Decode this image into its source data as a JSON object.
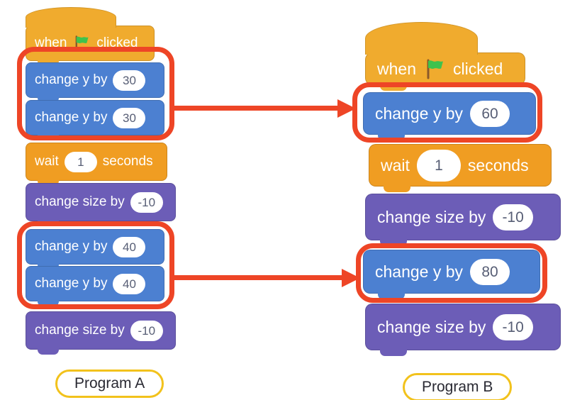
{
  "colors": {
    "events_yellow": "#f0ab2e",
    "control_orange": "#f09d22",
    "motion_blue": "#4c80d1",
    "looks_purple": "#6c5db7",
    "highlight_red": "#ee4526",
    "flag_green": "#3fc24d",
    "label_border_yellow": "#f2c21c",
    "label_text": "#2a2a33",
    "value_text": "#575e75"
  },
  "programs": {
    "a": {
      "label": "Program A",
      "blocks": [
        {
          "kind": "hat",
          "text_before": "when",
          "icon": "green-flag",
          "text_after": "clicked"
        },
        {
          "kind": "motion",
          "text": "change y by",
          "value": "30"
        },
        {
          "kind": "motion",
          "text": "change y by",
          "value": "30"
        },
        {
          "kind": "control",
          "text_before": "wait",
          "value": "1",
          "text_after": "seconds"
        },
        {
          "kind": "looks",
          "text": "change size by",
          "value": "-10"
        },
        {
          "kind": "motion",
          "text": "change y by",
          "value": "40"
        },
        {
          "kind": "motion",
          "text": "change y by",
          "value": "40"
        },
        {
          "kind": "looks",
          "text": "change size by",
          "value": "-10"
        }
      ]
    },
    "b": {
      "label": "Program B",
      "blocks": [
        {
          "kind": "hat",
          "text_before": "when",
          "icon": "green-flag",
          "text_after": "clicked"
        },
        {
          "kind": "motion",
          "text": "change y by",
          "value": "60"
        },
        {
          "kind": "control",
          "text_before": "wait",
          "value": "1",
          "text_after": "seconds"
        },
        {
          "kind": "looks",
          "text": "change size by",
          "value": "-10"
        },
        {
          "kind": "motion",
          "text": "change y by",
          "value": "80"
        },
        {
          "kind": "looks",
          "text": "change size by",
          "value": "-10"
        }
      ]
    }
  }
}
